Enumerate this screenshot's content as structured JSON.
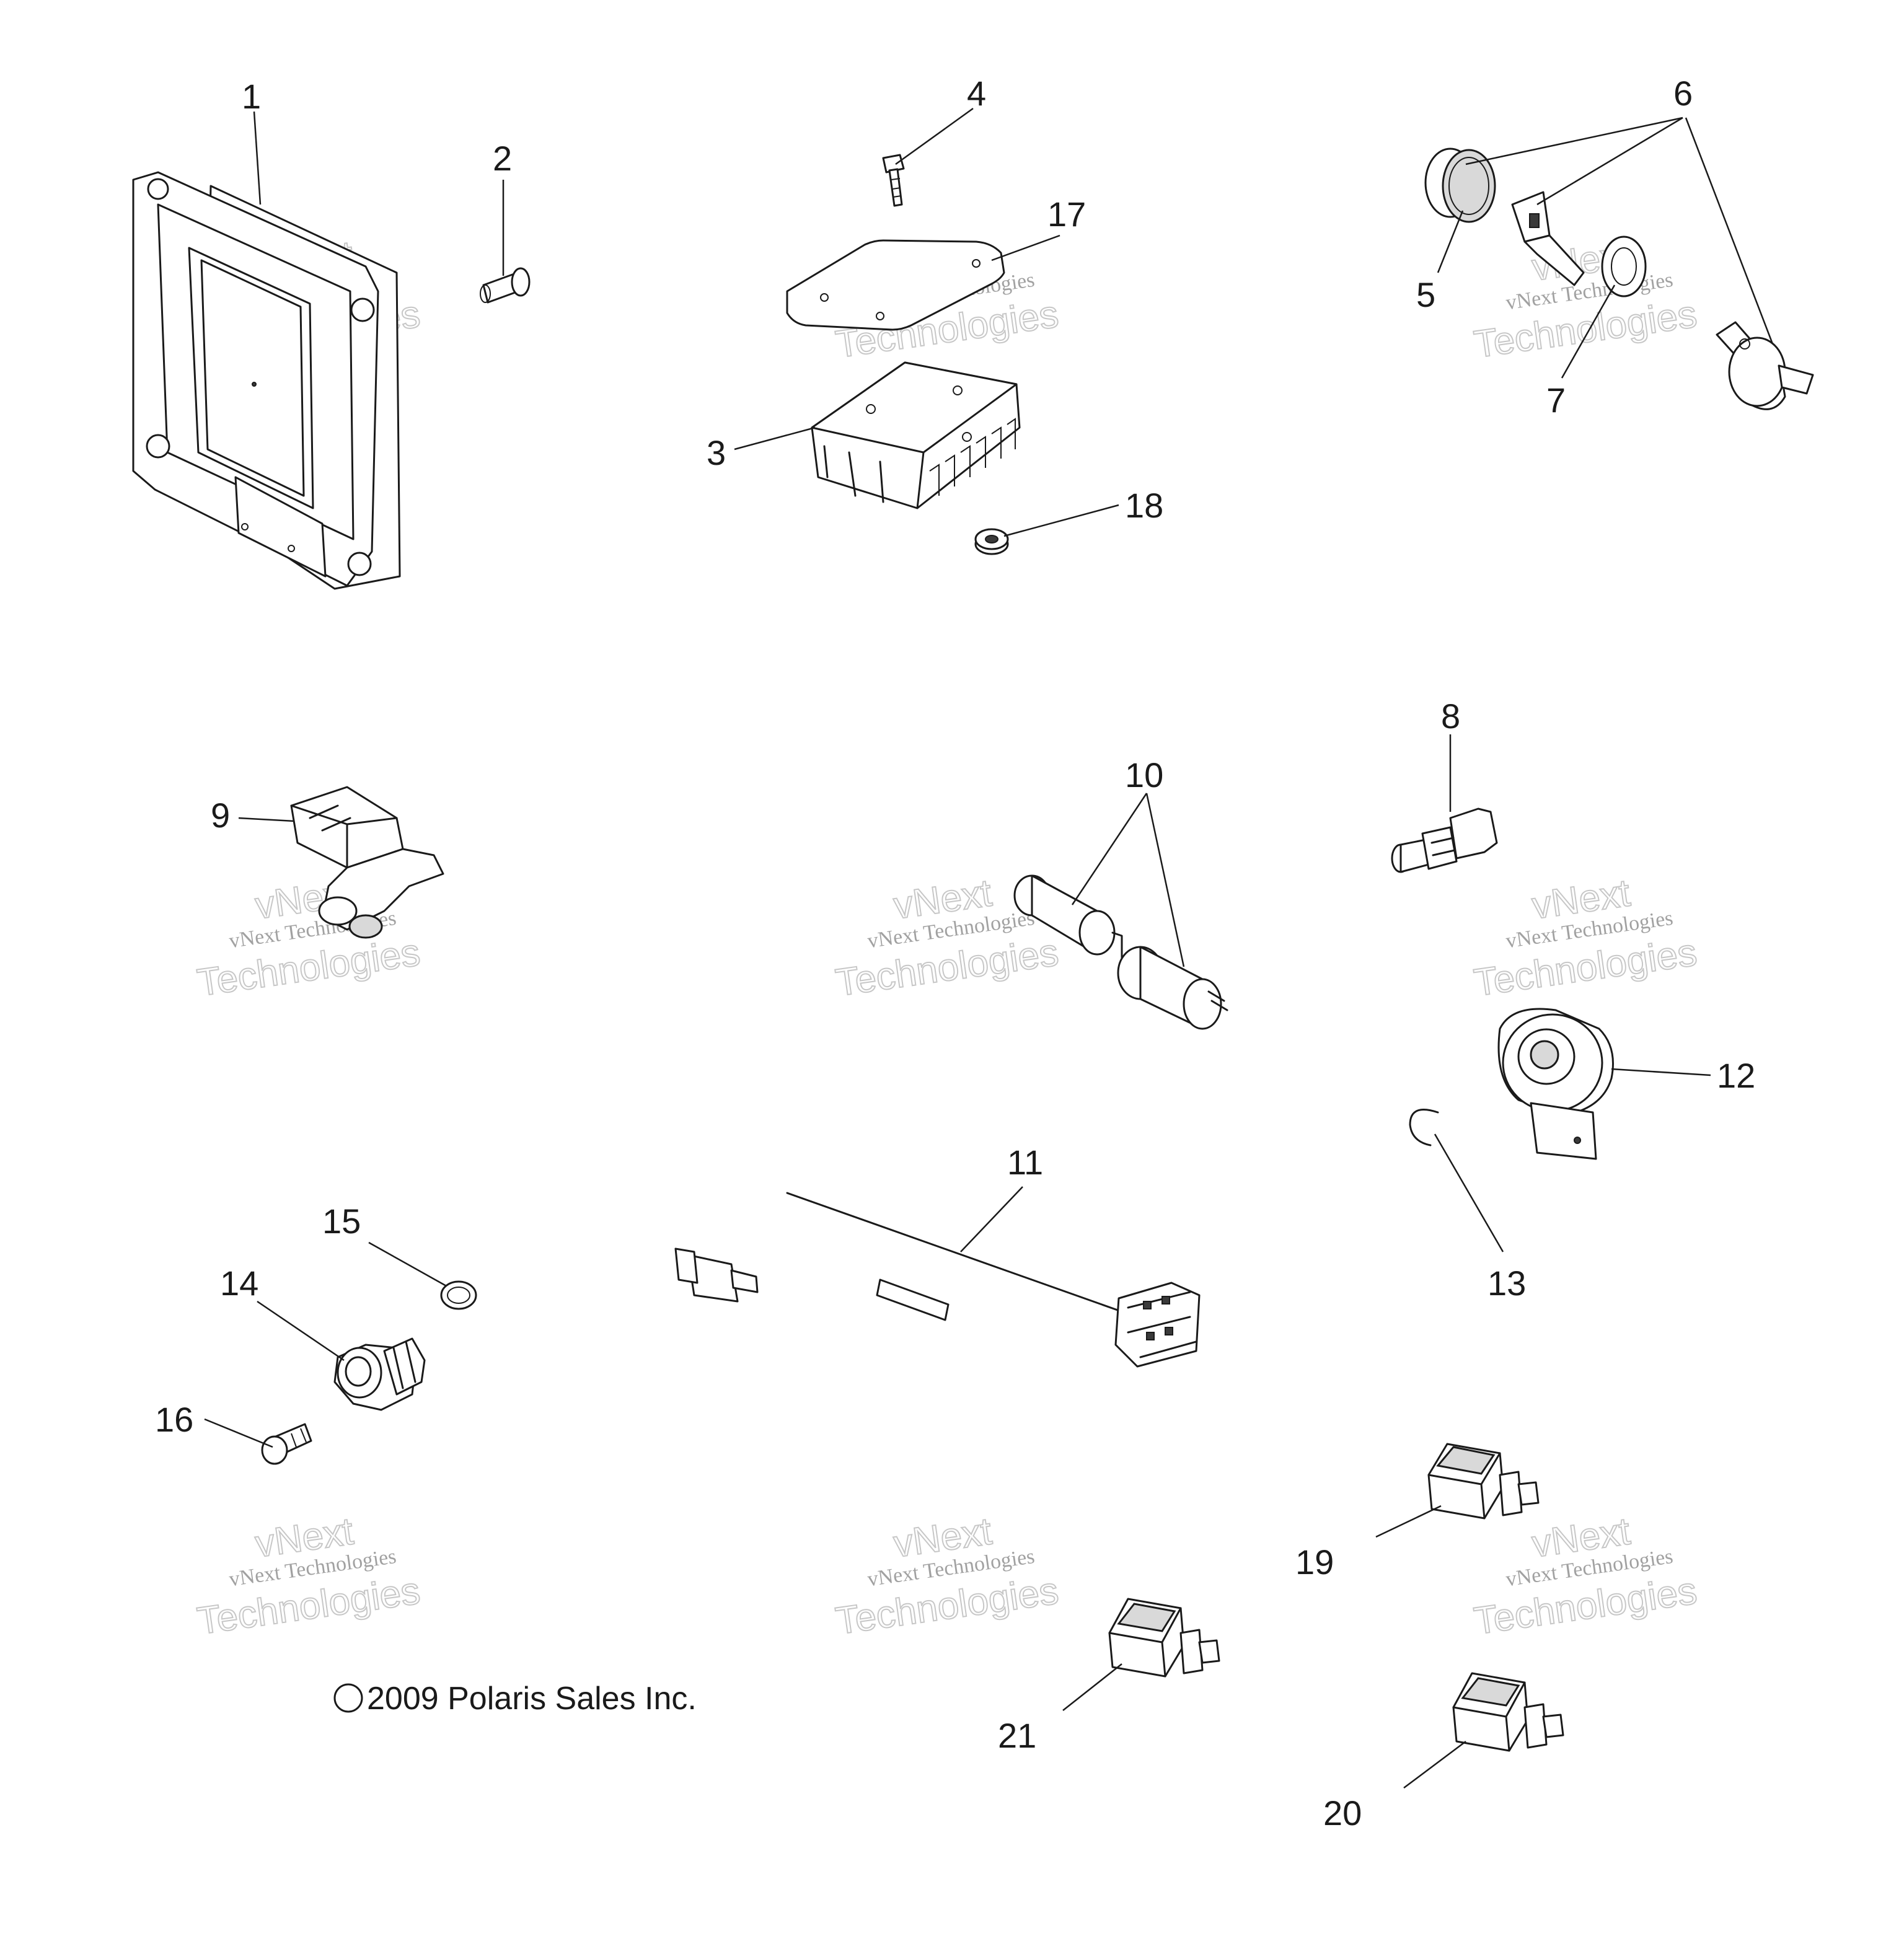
{
  "diagram": {
    "callouts": [
      {
        "id": "1",
        "label": "1"
      },
      {
        "id": "2",
        "label": "2"
      },
      {
        "id": "3",
        "label": "3"
      },
      {
        "id": "4",
        "label": "4"
      },
      {
        "id": "5",
        "label": "5"
      },
      {
        "id": "6",
        "label": "6"
      },
      {
        "id": "7",
        "label": "7"
      },
      {
        "id": "8",
        "label": "8"
      },
      {
        "id": "9",
        "label": "9"
      },
      {
        "id": "10",
        "label": "10"
      },
      {
        "id": "11",
        "label": "11"
      },
      {
        "id": "12",
        "label": "12"
      },
      {
        "id": "13",
        "label": "13"
      },
      {
        "id": "14",
        "label": "14"
      },
      {
        "id": "15",
        "label": "15"
      },
      {
        "id": "16",
        "label": "16"
      },
      {
        "id": "17",
        "label": "17"
      },
      {
        "id": "18",
        "label": "18"
      },
      {
        "id": "19",
        "label": "19"
      },
      {
        "id": "20",
        "label": "20"
      },
      {
        "id": "21",
        "label": "21"
      }
    ],
    "copyright": "2009 Polaris Sales Inc.",
    "copyright_symbol": "©",
    "watermark": {
      "line1": "vNext Technologies",
      "line2": "vNext",
      "line3": "Technologies"
    },
    "colors": {
      "ink": "#1a1a1a",
      "background": "#ffffff",
      "watermark": "#9a9a9a"
    }
  }
}
